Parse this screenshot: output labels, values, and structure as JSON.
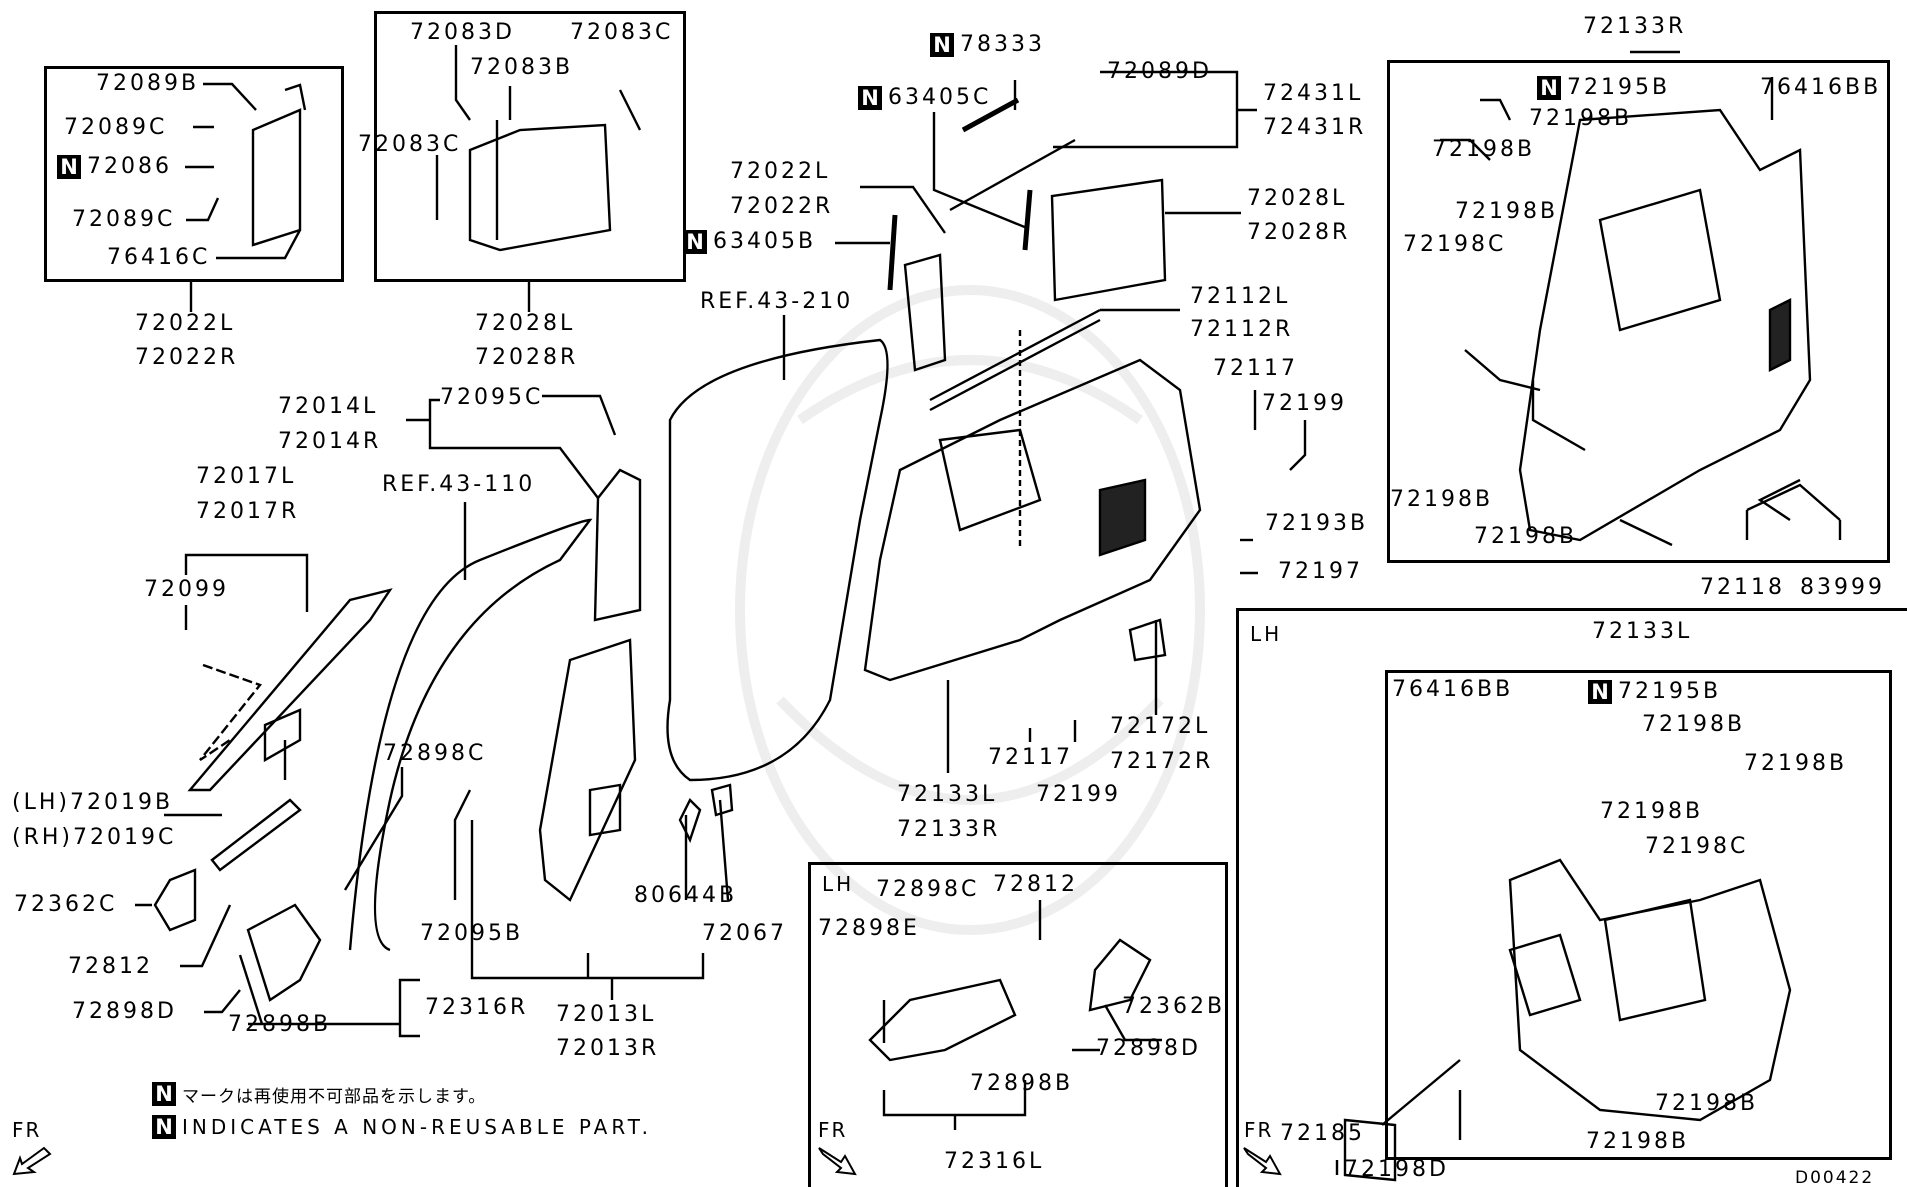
{
  "diagram": {
    "title": "Interior trim - pillar & quarter trim parts diagram",
    "drawing_code": "D00422",
    "notes": {
      "n_badge": "N",
      "jp": "マークは再使用不可部品を示します。",
      "en": "INDICATES A NON-REUSABLE PART."
    },
    "fr_label": "FR",
    "side_labels": {
      "lh": "LH"
    },
    "references": {
      "ref_43_210": "REF.43-210",
      "ref_43_110": "REF.43-110"
    },
    "parts": [
      {
        "id": "p1",
        "text": "72089B",
        "n": false
      },
      {
        "id": "p2",
        "text": "72089C",
        "n": false
      },
      {
        "id": "p3",
        "text": "72086",
        "n": true
      },
      {
        "id": "p4",
        "text": "72089C",
        "n": false
      },
      {
        "id": "p5",
        "text": "76416C",
        "n": false
      },
      {
        "id": "p6",
        "text": "72022L",
        "n": false
      },
      {
        "id": "p7",
        "text": "72022R",
        "n": false
      },
      {
        "id": "p8",
        "text": "72083D",
        "n": false
      },
      {
        "id": "p9",
        "text": "72083C",
        "n": false
      },
      {
        "id": "p10",
        "text": "72083B",
        "n": false
      },
      {
        "id": "p11",
        "text": "72083C",
        "n": false
      },
      {
        "id": "p12",
        "text": "72028L",
        "n": false
      },
      {
        "id": "p13",
        "text": "72028R",
        "n": false
      },
      {
        "id": "p14",
        "text": "78333",
        "n": true
      },
      {
        "id": "p15",
        "text": "63405C",
        "n": true
      },
      {
        "id": "p16",
        "text": "72089D",
        "n": false
      },
      {
        "id": "p17",
        "text": "72431L",
        "n": false
      },
      {
        "id": "p18",
        "text": "72431R",
        "n": false
      },
      {
        "id": "p19",
        "text": "72022L",
        "n": false
      },
      {
        "id": "p20",
        "text": "72022R",
        "n": false
      },
      {
        "id": "p21",
        "text": "63405B",
        "n": true
      },
      {
        "id": "p22",
        "text": "72028L",
        "n": false
      },
      {
        "id": "p23",
        "text": "72028R",
        "n": false
      },
      {
        "id": "p24",
        "text": "72112L",
        "n": false
      },
      {
        "id": "p25",
        "text": "72112R",
        "n": false
      },
      {
        "id": "p26",
        "text": "72117",
        "n": false
      },
      {
        "id": "p27",
        "text": "72199",
        "n": false
      },
      {
        "id": "p28",
        "text": "72193B",
        "n": false
      },
      {
        "id": "p29",
        "text": "72197",
        "n": false
      },
      {
        "id": "p30",
        "text": "72014L",
        "n": false
      },
      {
        "id": "p31",
        "text": "72014R",
        "n": false
      },
      {
        "id": "p32",
        "text": "72095C",
        "n": false
      },
      {
        "id": "p33",
        "text": "72017L",
        "n": false
      },
      {
        "id": "p34",
        "text": "72017R",
        "n": false
      },
      {
        "id": "p35",
        "text": "72099",
        "n": false
      },
      {
        "id": "p36",
        "text": "(LH)72019B",
        "n": false
      },
      {
        "id": "p37",
        "text": "(RH)72019C",
        "n": false
      },
      {
        "id": "p38",
        "text": "72898C",
        "n": false
      },
      {
        "id": "p39",
        "text": "72362C",
        "n": false
      },
      {
        "id": "p40",
        "text": "72812",
        "n": false
      },
      {
        "id": "p41",
        "text": "72898D",
        "n": false
      },
      {
        "id": "p42",
        "text": "72898B",
        "n": false
      },
      {
        "id": "p43",
        "text": "72316R",
        "n": false
      },
      {
        "id": "p44",
        "text": "72095B",
        "n": false
      },
      {
        "id": "p45",
        "text": "80644B",
        "n": false
      },
      {
        "id": "p46",
        "text": "72067",
        "n": false
      },
      {
        "id": "p47",
        "text": "72013L",
        "n": false
      },
      {
        "id": "p48",
        "text": "72013R",
        "n": false
      },
      {
        "id": "p49",
        "text": "72133L",
        "n": false
      },
      {
        "id": "p50",
        "text": "72133R",
        "n": false
      },
      {
        "id": "p51",
        "text": "72117",
        "n": false
      },
      {
        "id": "p52",
        "text": "72199",
        "n": false
      },
      {
        "id": "p53",
        "text": "72172L",
        "n": false
      },
      {
        "id": "p54",
        "text": "72172R",
        "n": false
      },
      {
        "id": "p55",
        "text": "72133R",
        "n": false
      },
      {
        "id": "p56",
        "text": "72195B",
        "n": true
      },
      {
        "id": "p57",
        "text": "76416BB",
        "n": false
      },
      {
        "id": "p58",
        "text": "72198B",
        "n": false
      },
      {
        "id": "p59",
        "text": "72198B",
        "n": false
      },
      {
        "id": "p60",
        "text": "72198B",
        "n": false
      },
      {
        "id": "p61",
        "text": "72198C",
        "n": false
      },
      {
        "id": "p62",
        "text": "72198B",
        "n": false
      },
      {
        "id": "p63",
        "text": "72198B",
        "n": false
      },
      {
        "id": "p64",
        "text": "72118",
        "n": false
      },
      {
        "id": "p65",
        "text": "83999",
        "n": false
      },
      {
        "id": "p66",
        "text": "72898C",
        "n": false
      },
      {
        "id": "p67",
        "text": "72812",
        "n": false
      },
      {
        "id": "p68",
        "text": "72898E",
        "n": false
      },
      {
        "id": "p69",
        "text": "72362B",
        "n": false
      },
      {
        "id": "p70",
        "text": "72898D",
        "n": false
      },
      {
        "id": "p71",
        "text": "72898B",
        "n": false
      },
      {
        "id": "p72",
        "text": "72316L",
        "n": false
      },
      {
        "id": "p73",
        "text": "72133L",
        "n": false
      },
      {
        "id": "p74",
        "text": "76416BB",
        "n": false
      },
      {
        "id": "p75",
        "text": "72195B",
        "n": true
      },
      {
        "id": "p76",
        "text": "72198B",
        "n": false
      },
      {
        "id": "p77",
        "text": "72198B",
        "n": false
      },
      {
        "id": "p78",
        "text": "72198B",
        "n": false
      },
      {
        "id": "p79",
        "text": "72198C",
        "n": false
      },
      {
        "id": "p80",
        "text": "72198B",
        "n": false
      },
      {
        "id": "p81",
        "text": "72198B",
        "n": false
      },
      {
        "id": "p82",
        "text": "72185",
        "n": false
      },
      {
        "id": "p83",
        "text": "72198D",
        "n": false
      }
    ]
  }
}
